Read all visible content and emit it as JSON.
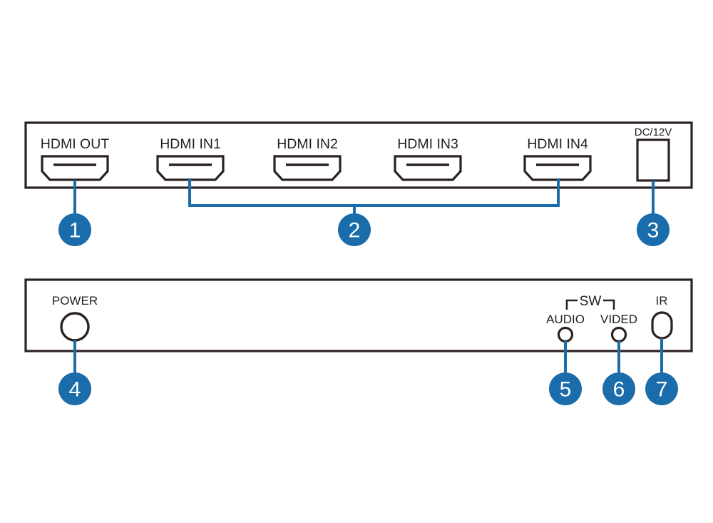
{
  "colors": {
    "accent_blue": "#1a6cab",
    "outline_dark": "#2b2220",
    "text_dark": "#231f1e",
    "background": "#ffffff"
  },
  "rear_panel": {
    "name": "rear-panel",
    "ports": [
      {
        "label": "HDMI OUT",
        "type": "hdmi",
        "callout": "1"
      },
      {
        "label": "HDMI IN1",
        "type": "hdmi",
        "callout": "2"
      },
      {
        "label": "HDMI IN2",
        "type": "hdmi",
        "callout": "2"
      },
      {
        "label": "HDMI IN3",
        "type": "hdmi",
        "callout": "2"
      },
      {
        "label": "HDMI IN4",
        "type": "hdmi",
        "callout": "2"
      },
      {
        "label": "DC/12V",
        "type": "power-jack",
        "callout": "3"
      }
    ]
  },
  "front_panel": {
    "name": "front-panel",
    "group_label": "SW",
    "controls": [
      {
        "label": "POWER",
        "type": "button",
        "callout": "4"
      },
      {
        "label": "AUDIO",
        "type": "led",
        "callout": "5"
      },
      {
        "label": "VIDED",
        "type": "led",
        "callout": "6"
      },
      {
        "label": "IR",
        "type": "ir-receiver",
        "callout": "7"
      }
    ]
  },
  "callouts": [
    {
      "number": "1",
      "target": "HDMI OUT"
    },
    {
      "number": "2",
      "target": "HDMI IN1-IN4"
    },
    {
      "number": "3",
      "target": "DC/12V"
    },
    {
      "number": "4",
      "target": "POWER"
    },
    {
      "number": "5",
      "target": "AUDIO"
    },
    {
      "number": "6",
      "target": "VIDED"
    },
    {
      "number": "7",
      "target": "IR"
    }
  ]
}
